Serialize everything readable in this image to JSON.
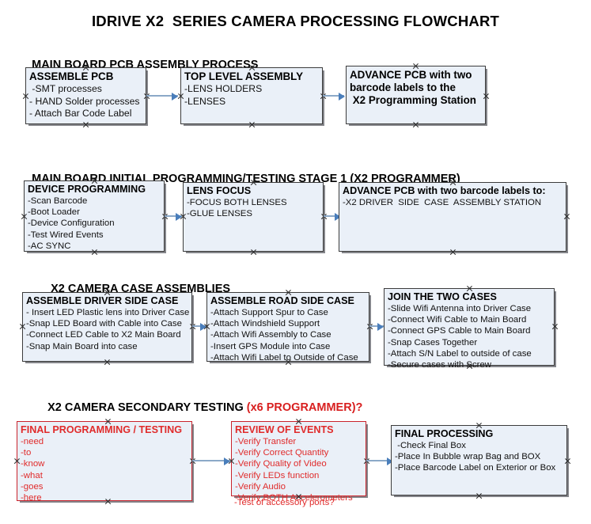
{
  "document": {
    "title": "IDRIVE X2  SERIES CAMERA PROCESSING FLOWCHART"
  },
  "colors": {
    "box_fill": "#eaf0f8",
    "box_border": "#3c3c3c",
    "red_accent": "#e02b2b",
    "connector": "#4a7ebb"
  },
  "sections": [
    {
      "heading": "MAIN BOARD PCB ASSEMBLY PROCESS",
      "heading_accent": "",
      "nodes": [
        {
          "title": "ASSEMBLE PCB",
          "lines": [
            " -SMT processes",
            "- HAND Solder processes",
            "- Attach Bar Code Label"
          ]
        },
        {
          "title": "TOP LEVEL ASSEMBLY",
          "lines": [
            "-LENS HOLDERS",
            "-LENSES"
          ]
        },
        {
          "title": "ADVANCE PCB with two",
          "lines": [
            "barcode labels to the",
            " X2 Programming Station"
          ]
        }
      ]
    },
    {
      "heading": "MAIN BOARD INITIAL PROGRAMMING/TESTING STAGE 1 (X2 PROGRAMMER)",
      "heading_accent": "",
      "nodes": [
        {
          "title": "DEVICE PROGRAMMING",
          "lines": [
            "-Scan Barcode",
            "-Boot Loader",
            "-Device Configuration",
            "-Test Wired Events",
            "-AC SYNC"
          ]
        },
        {
          "title": "LENS FOCUS",
          "lines": [
            "-FOCUS BOTH LENSES",
            "-GLUE LENSES"
          ]
        },
        {
          "title": "ADVANCE PCB with two barcode labels to:",
          "lines": [
            "-X2 DRIVER  SIDE  CASE  ASSEMBLY STATION"
          ]
        }
      ]
    },
    {
      "heading": "X2 CAMERA CASE ASSEMBLIES",
      "heading_accent": "",
      "nodes": [
        {
          "title": "ASSEMBLE DRIVER SIDE CASE",
          "lines": [
            "- Insert LED Plastic lens into Driver Case",
            "-Snap LED Board with Cable into Case",
            "-Connect LED Cable to X2 Main Board",
            "-Snap Main Board into case"
          ]
        },
        {
          "title": "ASSEMBLE ROAD SIDE CASE",
          "lines": [
            "-Attach Support Spur to Case",
            "-Attach Windshield Support",
            "-Attach Wifi Assembly to Case",
            "-Insert GPS Module into Case",
            "-Attach Wifi Label to Outside of Case"
          ]
        },
        {
          "title": "JOIN THE TWO CASES",
          "lines": [
            "-Slide Wifi Antenna into Driver Case",
            "-Connect Wifi Cable to Main Board",
            "-Connect GPS Cable to Main Board",
            "-Snap Cases Together",
            "-Attach S/N Label to outside of case",
            "-Secure cases with Screw"
          ]
        }
      ]
    },
    {
      "heading": "X2 CAMERA SECONDARY TESTING ",
      "heading_accent": "(x6 PROGRAMMER)?",
      "nodes": [
        {
          "title": "FINAL PROGRAMMING / TESTING",
          "lines": [
            "-need",
            "-to",
            "-know",
            "-what",
            "-goes",
            "-here"
          ]
        },
        {
          "title": "REVIEW OF EVENTS",
          "lines": [
            "-Verify Transfer",
            "-Verify Correct Quantity",
            "-Verify Quality of Video",
            "-Verify LEDs function",
            "-Verify Audio",
            "-Verify BOTH Accelerometers"
          ],
          "overflow_line": "-Test of accessory ports?"
        },
        {
          "title": "FINAL PROCESSING",
          "lines": [
            " -Check Final Box",
            "-Place In Bubble wrap Bag and BOX",
            "-Place Barcode Label on Exterior or Box"
          ]
        }
      ]
    }
  ]
}
